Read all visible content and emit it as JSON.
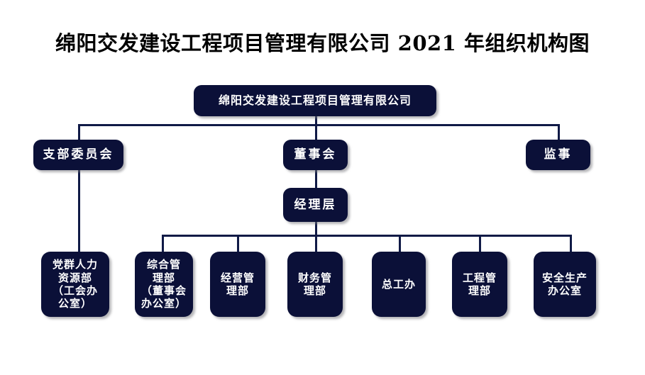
{
  "page": {
    "title": "绵阳交发建设工程项目管理有限公司 2021 年组织机构图",
    "background_color": "#ffffff",
    "node_fill_color": "#0b1038",
    "node_text_color": "#ffffff",
    "connector_color": "#101a46"
  },
  "org_chart": {
    "root": {
      "label": "绵阳交发建设工程项目管理有限公司"
    },
    "level2": [
      {
        "label": "支部委员会"
      },
      {
        "label": "董事会"
      },
      {
        "label": "监事"
      }
    ],
    "level3": [
      {
        "label": "经理层"
      }
    ],
    "departments": [
      {
        "label": "党群人力资源部（工会办公室）",
        "lines": [
          "党群人力",
          "资源部",
          "（工会办",
          "公室）"
        ]
      },
      {
        "label": "综合管理部（董事会办公室）",
        "lines": [
          "综合管",
          "理部",
          "（董事会",
          "办公室）"
        ]
      },
      {
        "label": "经营管理部",
        "lines": [
          "经营管",
          "理部"
        ]
      },
      {
        "label": "财务管理部",
        "lines": [
          "财务管",
          "理部"
        ]
      },
      {
        "label": "总工办",
        "lines": [
          "总工办"
        ]
      },
      {
        "label": "工程管理部",
        "lines": [
          "工程管",
          "理部"
        ]
      },
      {
        "label": "安全生产办公室",
        "lines": [
          "安全生产",
          "办公室"
        ]
      }
    ]
  }
}
